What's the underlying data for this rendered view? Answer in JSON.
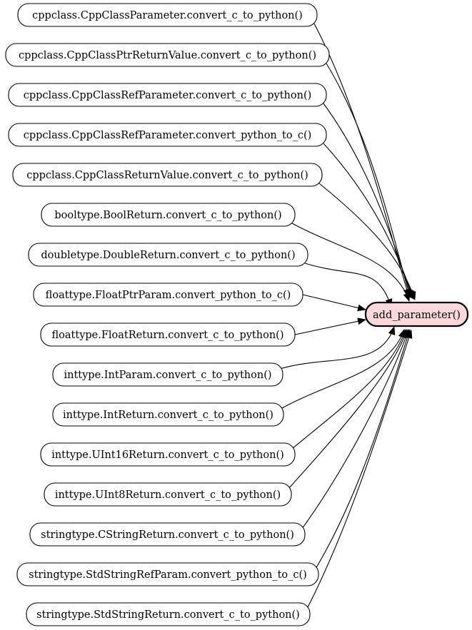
{
  "target": {
    "label": "add_parameter()",
    "fill": "#ffd9d9",
    "border": "#000000"
  },
  "callers": [
    {
      "label": "cppclass.CppClassParameter.convert_c_to_python()"
    },
    {
      "label": "cppclass.CppClassPtrReturnValue.convert_c_to_python()"
    },
    {
      "label": "cppclass.CppClassRefParameter.convert_c_to_python()"
    },
    {
      "label": "cppclass.CppClassRefParameter.convert_python_to_c()"
    },
    {
      "label": "cppclass.CppClassReturnValue.convert_c_to_python()"
    },
    {
      "label": "booltype.BoolReturn.convert_c_to_python()"
    },
    {
      "label": "doubletype.DoubleReturn.convert_c_to_python()"
    },
    {
      "label": "floattype.FloatPtrParam.convert_python_to_c()"
    },
    {
      "label": "floattype.FloatReturn.convert_c_to_python()"
    },
    {
      "label": "inttype.IntParam.convert_c_to_python()"
    },
    {
      "label": "inttype.IntReturn.convert_c_to_python()"
    },
    {
      "label": "inttype.UInt16Return.convert_c_to_python()"
    },
    {
      "label": "inttype.UInt8Return.convert_c_to_python()"
    },
    {
      "label": "stringtype.CStringReturn.convert_c_to_python()"
    },
    {
      "label": "stringtype.StdStringRefParam.convert_python_to_c()"
    },
    {
      "label": "stringtype.StdStringReturn.convert_c_to_python()"
    }
  ]
}
